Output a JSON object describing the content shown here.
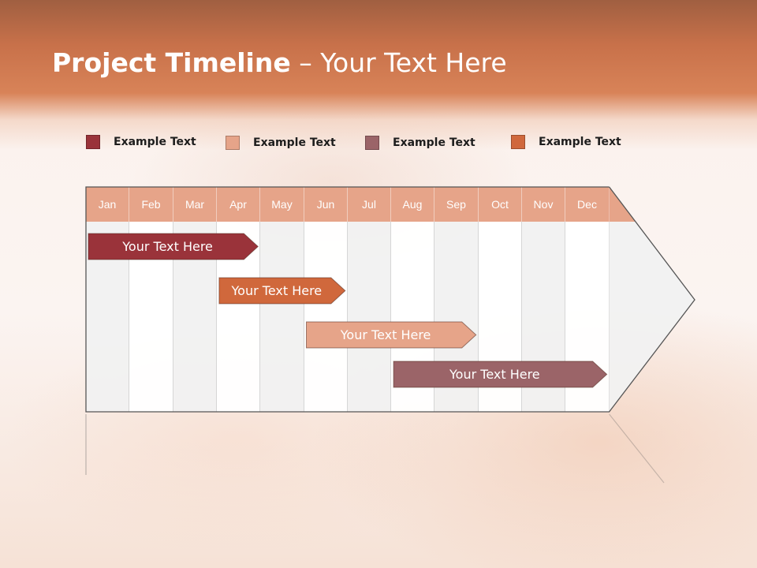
{
  "slide": {
    "title_bold": "Project Timeline",
    "title_rest": " – Your Text Here"
  },
  "legend": [
    {
      "label": "Example Text",
      "color": "#9a333a"
    },
    {
      "label": "Example Text",
      "color": "#e6a489"
    },
    {
      "label": "Example Text",
      "color": "#9b6468"
    },
    {
      "label": "Example Text",
      "color": "#d0683c"
    }
  ],
  "timeline": {
    "months": [
      "Jan",
      "Feb",
      "Mar",
      "Apr",
      "May",
      "Jun",
      "Jul",
      "Aug",
      "Sep",
      "Oct",
      "Nov",
      "Dec"
    ],
    "header_color": "#e6a489",
    "tasks": [
      {
        "label": "Your  Text Here",
        "start_month": "Jan",
        "end_month": "Apr",
        "color": "#9a333a"
      },
      {
        "label": "Your  Text Here",
        "start_month": "Apr",
        "end_month": "Jun",
        "color": "#d0683c"
      },
      {
        "label": "Your  Text Here",
        "start_month": "Jun",
        "end_month": "Sep",
        "color": "#e6a489"
      },
      {
        "label": "Your  Text Here",
        "start_month": "Aug",
        "end_month": "Dec",
        "color": "#9b6468"
      }
    ]
  }
}
